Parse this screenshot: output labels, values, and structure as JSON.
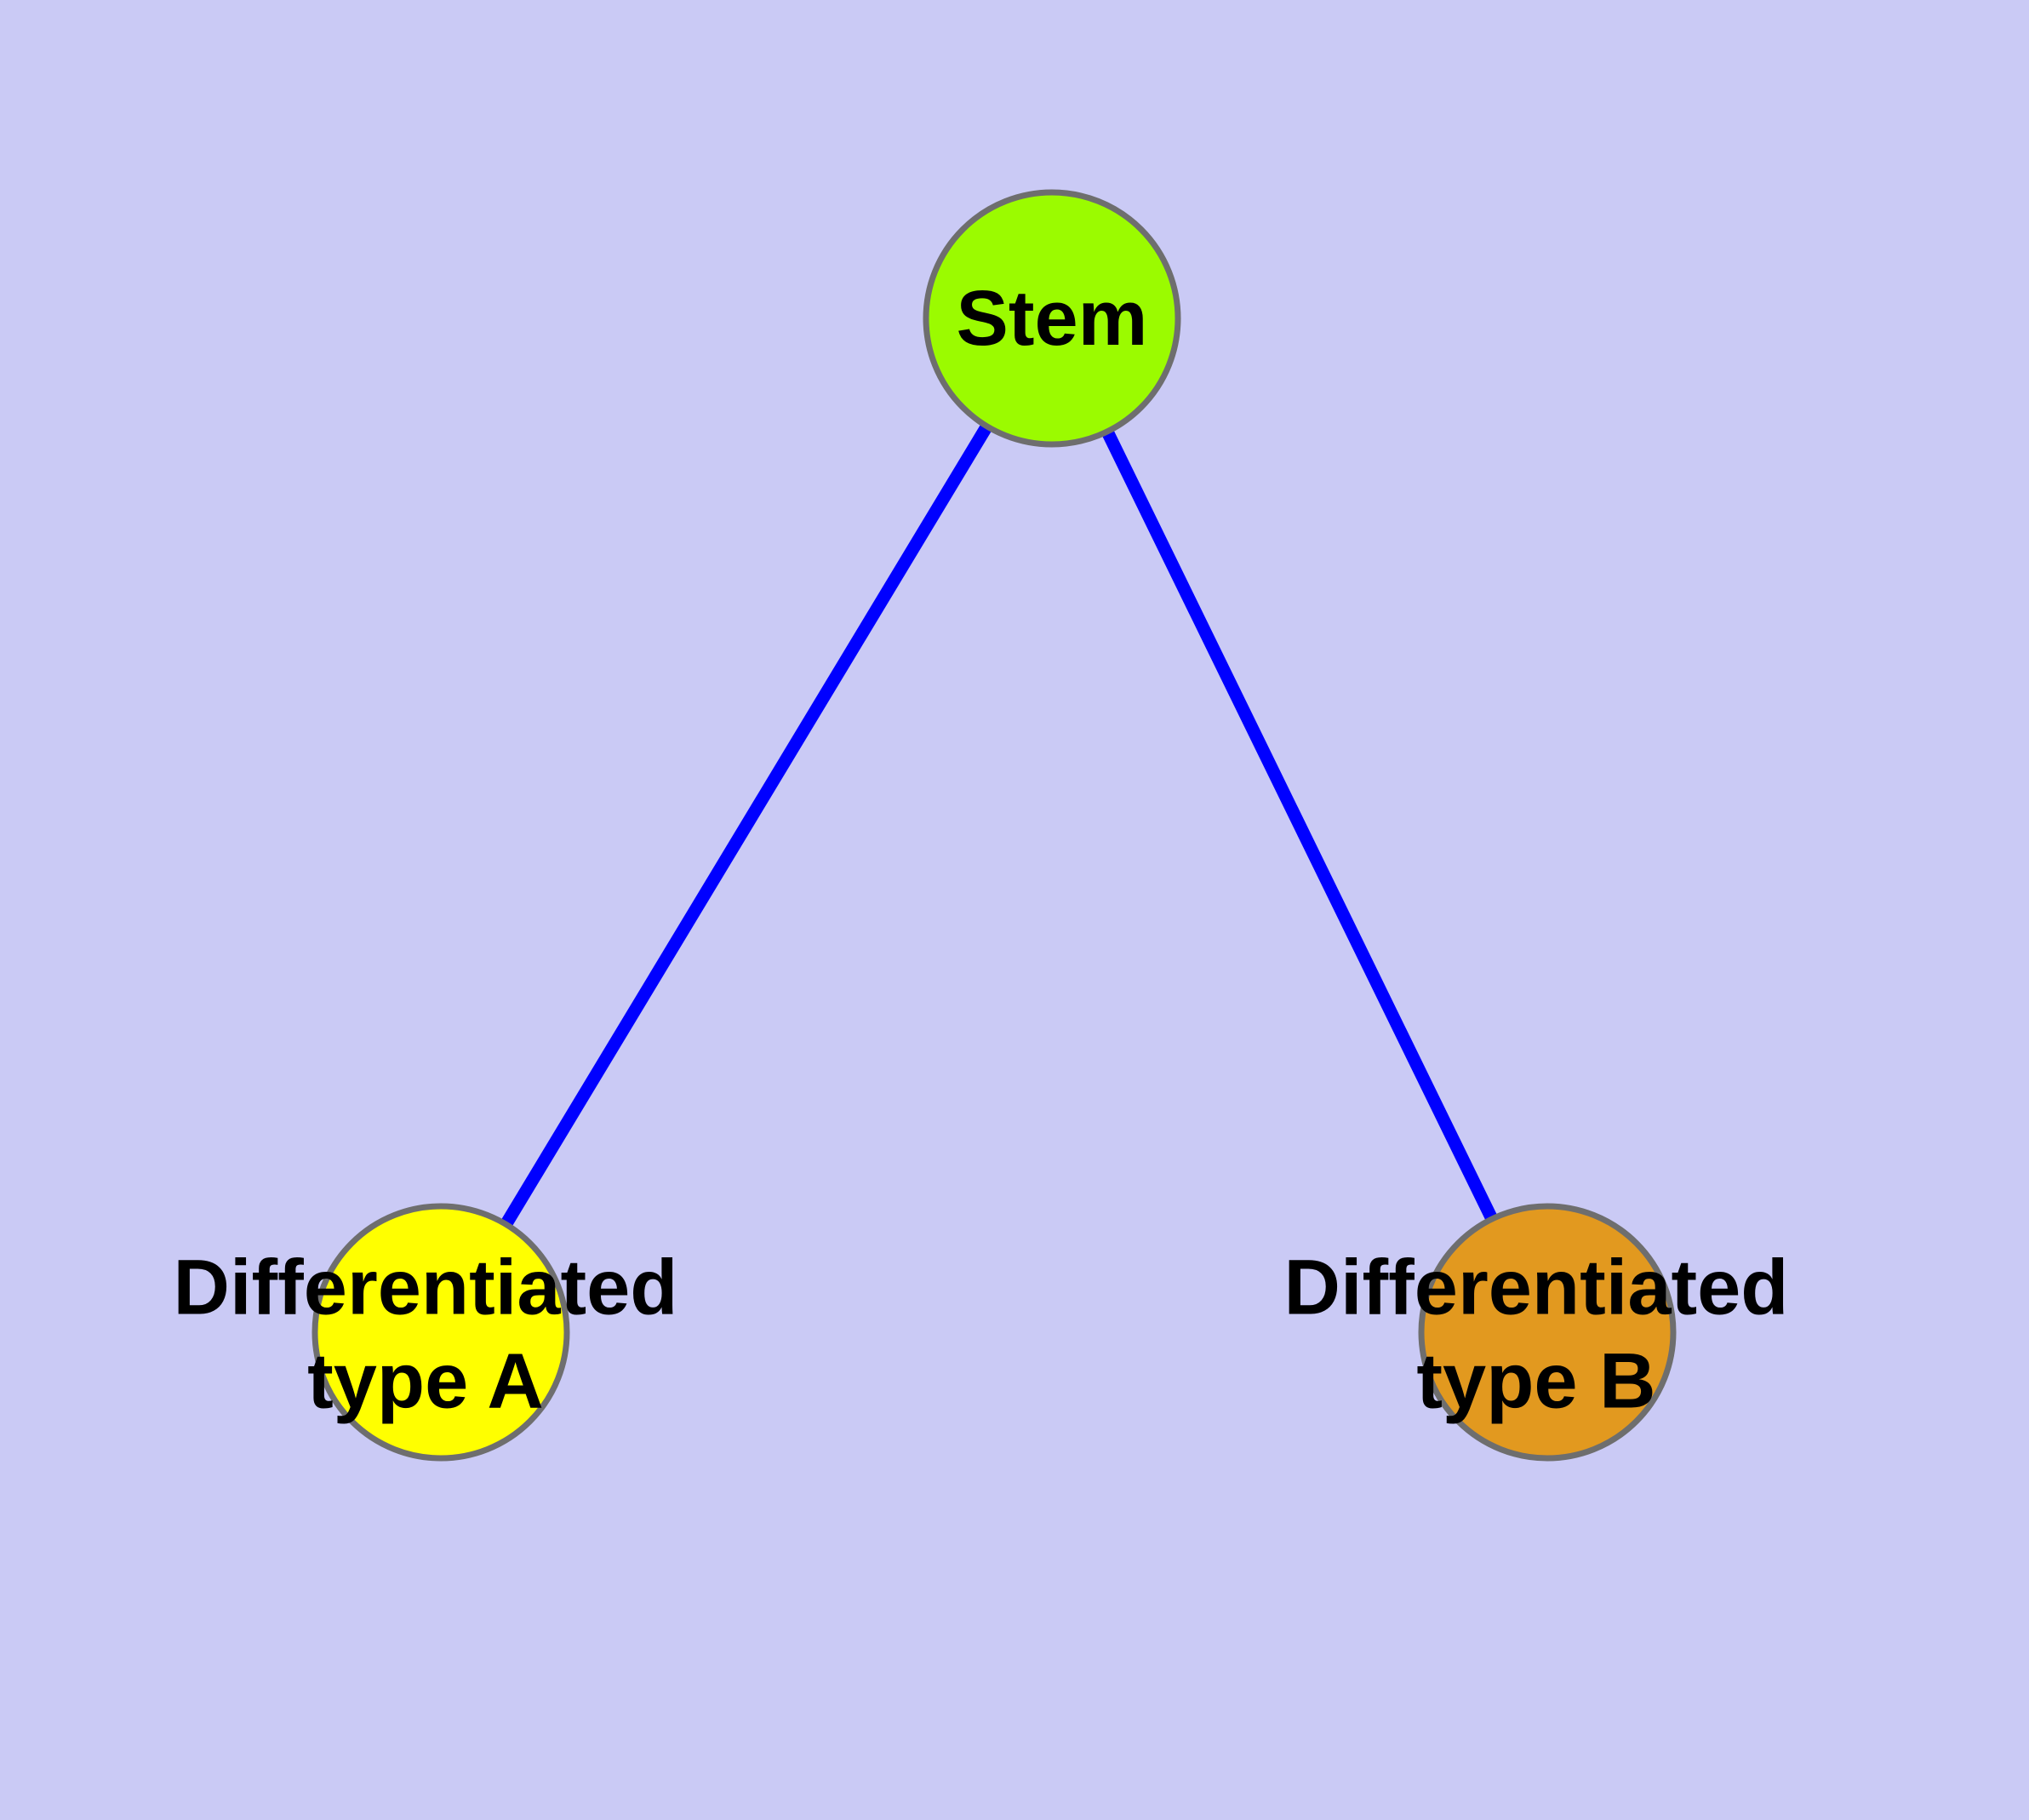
{
  "diagram": {
    "background_color": "#cacaf5",
    "edge_color": "#0000ff",
    "node_border_color": "#6e6e6e",
    "text_color": "#000000",
    "nodes": [
      {
        "id": "stem",
        "label": "Stem",
        "fill_color": "#9bfb00"
      },
      {
        "id": "differentiated-type-a",
        "label_line1": "Differentiated",
        "label_line2": "type A",
        "fill_color": "#ffff00"
      },
      {
        "id": "differentiated-type-b",
        "label_line1": "Differentiated",
        "label_line2": "type B",
        "fill_color": "#e2991f"
      }
    ],
    "edges": [
      {
        "from": "stem",
        "to": "differentiated-type-a"
      },
      {
        "from": "stem",
        "to": "differentiated-type-b"
      }
    ]
  }
}
